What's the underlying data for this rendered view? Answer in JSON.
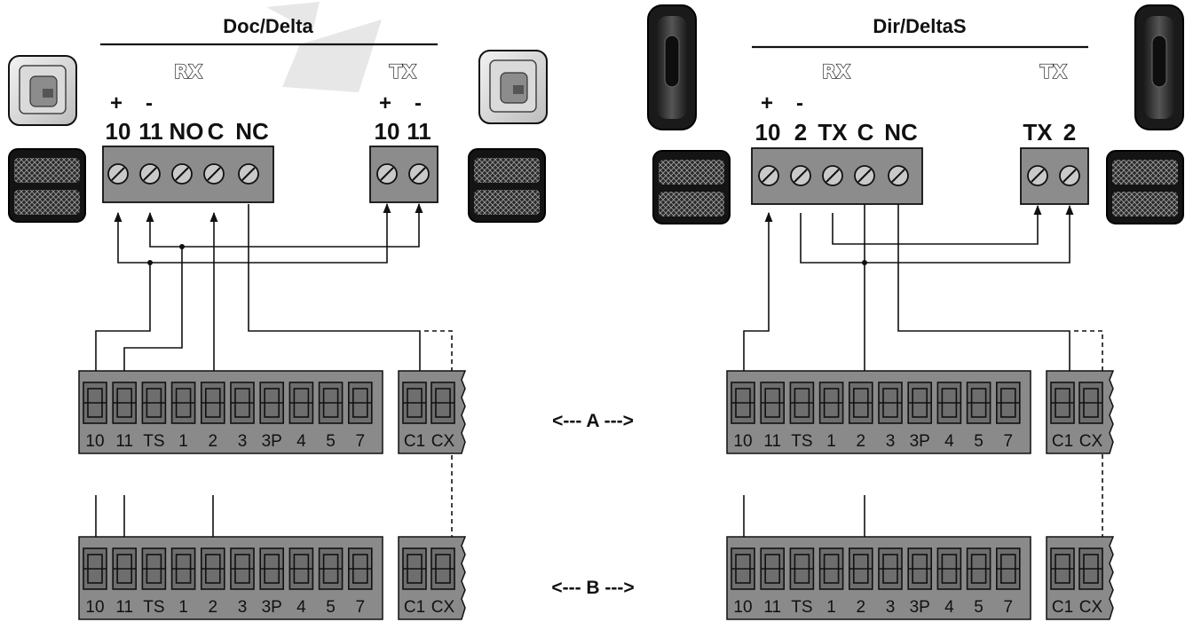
{
  "panels": [
    {
      "id": "left",
      "title": "Doc/Delta",
      "rx_label": "RX",
      "tx_label": "TX",
      "rx_terminals": [
        "10",
        "11",
        "NO",
        "C",
        "NC"
      ],
      "rx_polarity": [
        "+",
        "-",
        "",
        "",
        ""
      ],
      "tx_terminals": [
        "10",
        "11"
      ],
      "tx_polarity": [
        "+",
        "-"
      ]
    },
    {
      "id": "right",
      "title": "Dir/DeltaS",
      "rx_label": "RX",
      "tx_label": "TX",
      "rx_terminals": [
        "10",
        "2",
        "TX",
        "C",
        "NC"
      ],
      "rx_polarity": [
        "+",
        "-",
        "",
        "",
        ""
      ],
      "tx_terminals": [
        "TX",
        "2"
      ],
      "tx_polarity": [
        "",
        ""
      ]
    }
  ],
  "board_labels": [
    "10",
    "11",
    "TS",
    "1",
    "2",
    "3",
    "3P",
    "4",
    "5",
    "7"
  ],
  "aux_labels": [
    "C1",
    "CX"
  ],
  "connection_labels": {
    "A": "<--- A --->",
    "B": "<--- B --->"
  },
  "icons": [
    "photocell-device-icon",
    "terminal-block-icon",
    "arrow-icon"
  ]
}
